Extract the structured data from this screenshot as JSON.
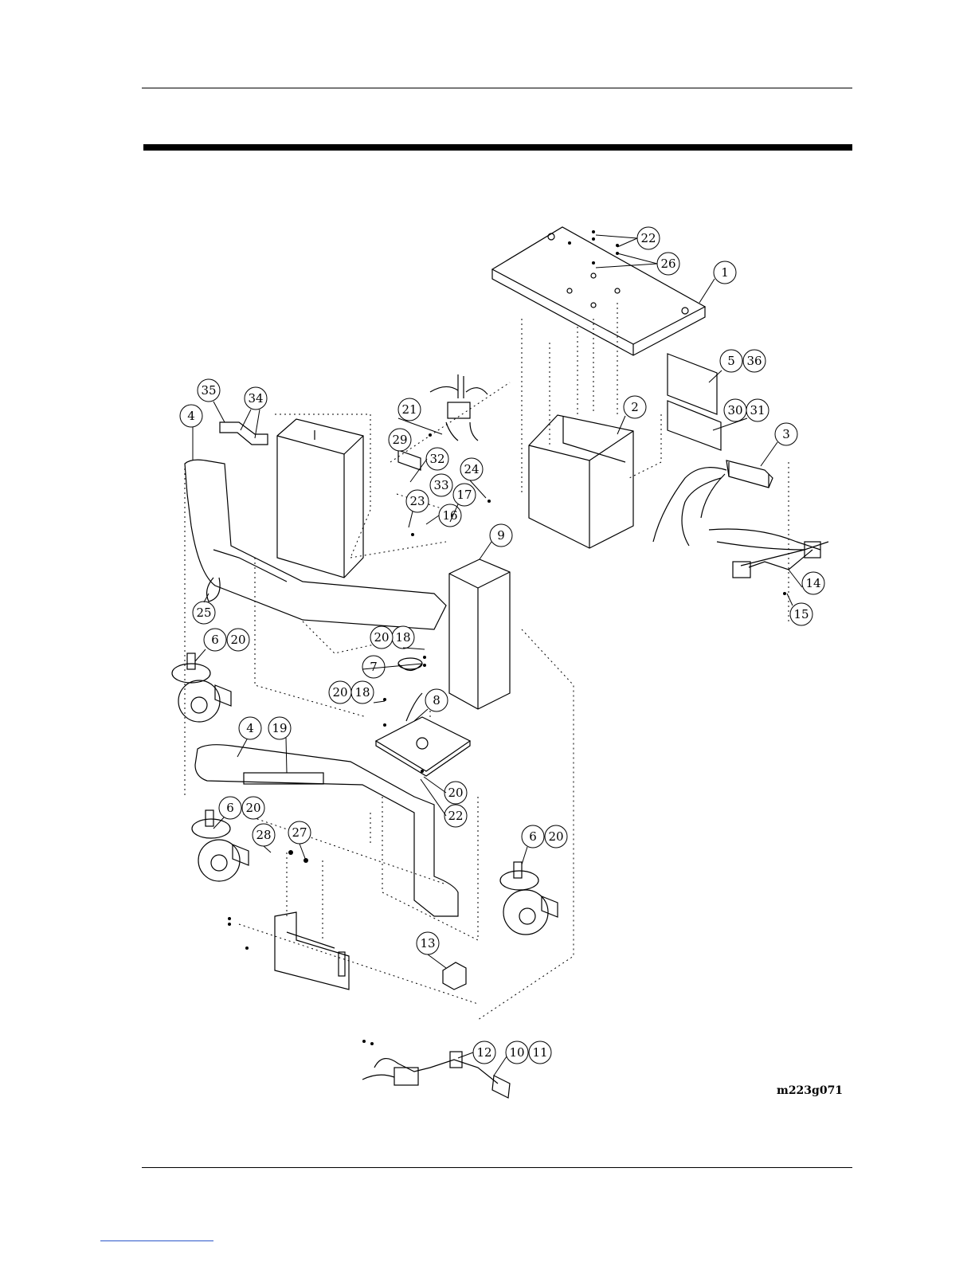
{
  "figure": {
    "id_label": "m223g071",
    "callouts": [
      "1",
      "2",
      "3",
      "4",
      "4",
      "5",
      "36",
      "6",
      "20",
      "6",
      "20",
      "6",
      "20",
      "7",
      "8",
      "9",
      "10",
      "11",
      "12",
      "13",
      "14",
      "15",
      "16",
      "17",
      "18",
      "20",
      "18",
      "20",
      "19",
      "20",
      "22",
      "21",
      "22",
      "23",
      "24",
      "25",
      "26",
      "27",
      "28",
      "29",
      "30",
      "31",
      "32",
      "33",
      "34",
      "35"
    ]
  }
}
